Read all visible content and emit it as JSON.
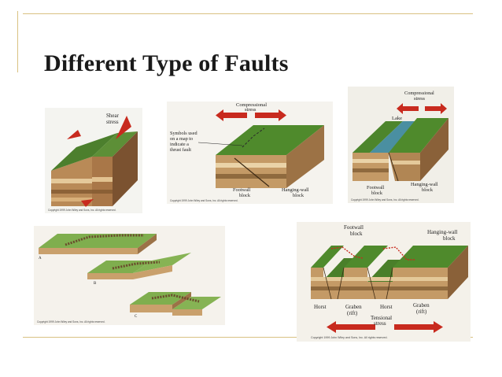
{
  "slide": {
    "title": "Different Type of Faults",
    "accent_color": "#d9c182"
  },
  "figures": {
    "strike_slip": {
      "stress_label": [
        "Shear",
        "stress"
      ],
      "copyright": "Copyright 1999 John Wiley and Sons, Inc. All rights reserved."
    },
    "thrust": {
      "stress_label": [
        "Compressional",
        "stress"
      ],
      "symbol_note": [
        "Symbols used",
        "on a map to",
        "indicate a",
        "thrust fault"
      ],
      "footwall_label": [
        "Footwall",
        "block"
      ],
      "hanging_label": [
        "Hanging-wall",
        "block"
      ],
      "copyright": "Copyright 1999 John Wiley and Sons, Inc. All rights reserved."
    },
    "reverse": {
      "stress_label": [
        "Compressional",
        "stress"
      ],
      "lake_label": "Lake",
      "footwall_label": [
        "Footwall",
        "block"
      ],
      "hanging_label": [
        "Hanging-wall",
        "block"
      ],
      "copyright": "Copyright 1999 John Wiley and Sons, Inc. All rights reserved."
    },
    "sequence": {
      "step_labels": [
        "A",
        "B",
        "C"
      ],
      "copyright": "Copyright 1999 John Wiley and Sons, Inc. All rights reserved."
    },
    "graben": {
      "footwall_label": [
        "Footwall",
        "block"
      ],
      "hanging_label": [
        "Hanging-wall",
        "block"
      ],
      "horst_left": "Horst",
      "graben_left": [
        "Graben",
        "(rift)"
      ],
      "horst_mid": "Horst",
      "graben_right": [
        "Graben",
        "(rift)"
      ],
      "stress_label": [
        "Tensional",
        "stress"
      ],
      "copyright": "Copyright 1999 John Wiley and Sons, Inc. All rights reserved."
    }
  }
}
